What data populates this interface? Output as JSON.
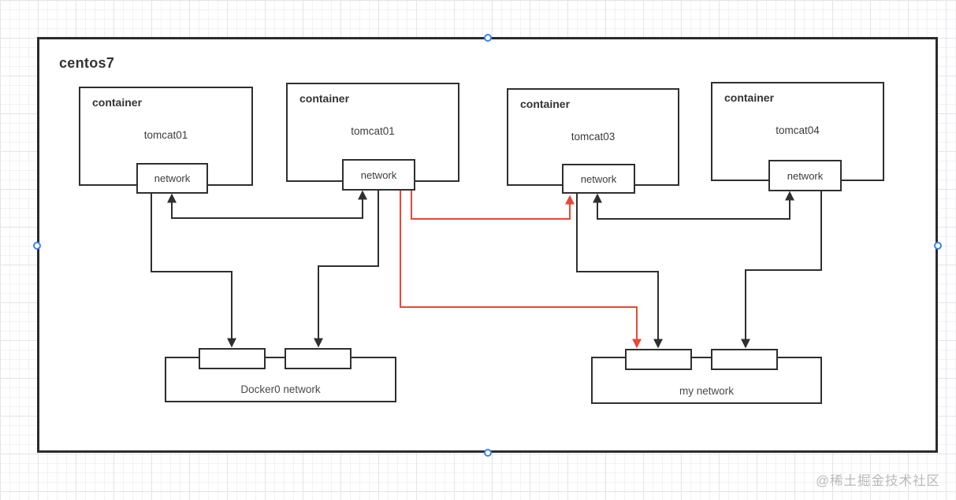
{
  "watermark": "@稀土掘金技术社区",
  "diagram": {
    "host_label": "centos7",
    "containers": [
      {
        "title": "container",
        "name": "tomcat01",
        "network_label": "network"
      },
      {
        "title": "container",
        "name": "tomcat01",
        "network_label": "network"
      },
      {
        "title": "container",
        "name": "tomcat03",
        "network_label": "network"
      },
      {
        "title": "container",
        "name": "tomcat04",
        "network_label": "network"
      }
    ],
    "bridges": [
      {
        "label": "Docker0 network"
      },
      {
        "label": "my network"
      }
    ],
    "colors": {
      "shape_border": "#2f2f2f",
      "connector_black": "#2f2f2f",
      "connector_red": "#eb4637",
      "handle_blue": "#3b82f6",
      "watermark_gray": "#b9b9b9",
      "text": "#333333"
    }
  }
}
